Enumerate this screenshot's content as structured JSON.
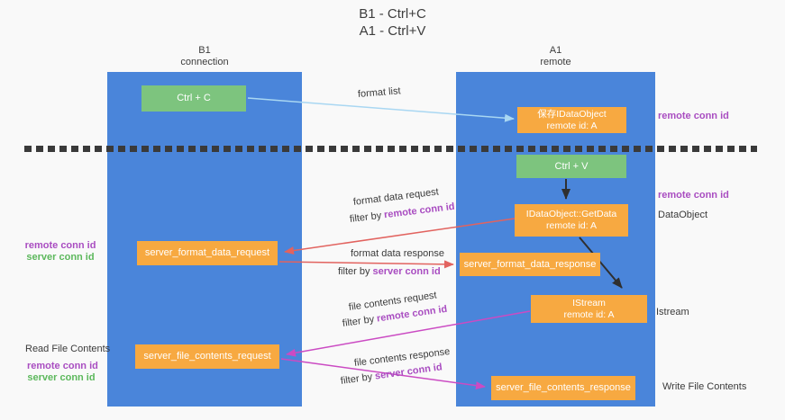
{
  "title": {
    "line1": "B1 - Ctrl+C",
    "line2": "A1 - Ctrl+V"
  },
  "lanes": {
    "left": {
      "title": "B1",
      "subtitle": "connection"
    },
    "right": {
      "title": "A1",
      "subtitle": "remote"
    }
  },
  "boxes": {
    "ctrl_c": {
      "label": "Ctrl + C"
    },
    "save_dataobject": {
      "line1": "保存IDataObject",
      "line2": "remote id: A"
    },
    "ctrl_v": {
      "label": "Ctrl + V"
    },
    "getdata": {
      "line1": "IDataObject::GetData",
      "line2": "remote id: A"
    },
    "format_request": {
      "label": "server_format_data_request"
    },
    "format_response": {
      "label": "server_format_data_response"
    },
    "istream": {
      "line1": "IStream",
      "line2": "remote id: A"
    },
    "file_request": {
      "label": "server_file_contents_request"
    },
    "file_response": {
      "label": "server_file_contents_response"
    }
  },
  "messages": {
    "format_list": "format list",
    "format_data_request": "format data request",
    "format_data_response": "format data response",
    "file_contents_request": "file contents request",
    "file_contents_response": "file contents response",
    "filter_by": "filter by",
    "remote_conn_id": "remote conn id",
    "server_conn_id": "server conn id"
  },
  "annotations": {
    "right_remote_conn_id_top": "remote conn id",
    "right_remote_conn_id_mid": "remote conn id",
    "dataobject": "DataObject",
    "istream": "Istream",
    "write_file_contents": "Write File Contents",
    "left_remote_conn_id_mid": "remote conn id",
    "left_server_conn_id_mid": "server conn id",
    "read_file_contents": "Read File Contents",
    "left_remote_conn_id_bottom": "remote conn id",
    "left_server_conn_id_bottom": "server conn id"
  },
  "colors": {
    "lane_blue": "#4a85da",
    "box_orange": "#f7a941",
    "box_green": "#7dc47e",
    "arrow_red": "#e2635f",
    "arrow_magenta": "#cb4bc3",
    "arrow_lightblue": "#a9d7f2",
    "arrow_black": "#2f2f2f",
    "text_purple": "#a94dc1",
    "text_green": "#5cb85c"
  }
}
